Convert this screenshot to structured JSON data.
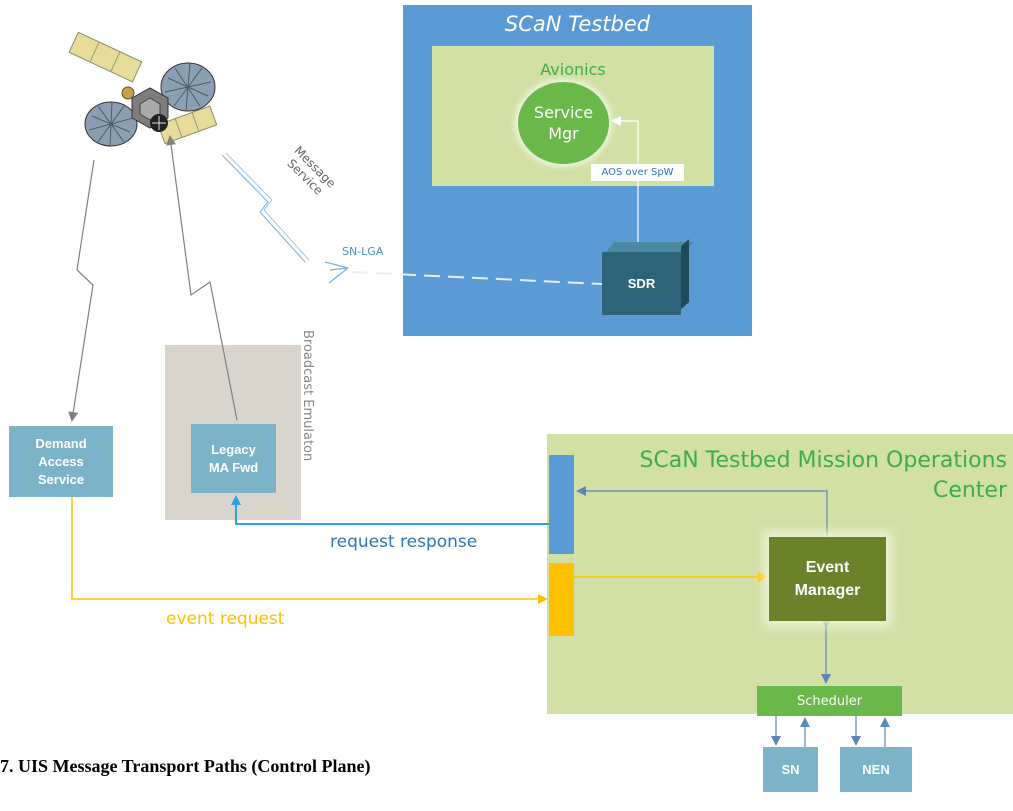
{
  "scan_testbed": {
    "title": "SCaN Testbed"
  },
  "avionics": {
    "title": "Avionics"
  },
  "service_mgr": {
    "line1": "Service",
    "line2": "Mgr"
  },
  "aos_label": "AOS over SpW",
  "sdr": {
    "label": "SDR"
  },
  "sn_lga": "SN-LGA",
  "message_service": {
    "line1": "Message",
    "line2": "Service"
  },
  "broadcast_emulator": {
    "label": "Broadcast Emulaton"
  },
  "legacy": {
    "line1": "Legacy",
    "line2": "MA Fwd"
  },
  "demand": {
    "line1": "Demand",
    "line2": "Access",
    "line3": "Service"
  },
  "moc": {
    "line1": "SCaN Testbed Mission Operations",
    "line2": "Center"
  },
  "event_manager": {
    "line1": "Event",
    "line2": "Manager"
  },
  "scheduler": "Scheduler",
  "sn": "SN",
  "nen": "NEN",
  "request_response": "request response",
  "event_request": "event request",
  "caption": "7.  UIS Message Transport Paths (Control Plane)",
  "colors": {
    "testbed_blue": "#5b9bd5",
    "avionics_green": "#d2e0a6",
    "service_green": "#6ab74a",
    "event_manager_olive": "#6a832b",
    "box_teal": "#7db3c8",
    "request_response_blue": "#2e75b6",
    "event_request_yellow": "#ffc000"
  }
}
